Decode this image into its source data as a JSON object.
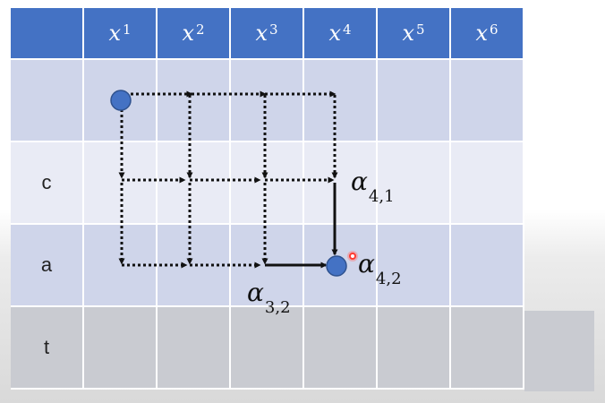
{
  "header": {
    "columns": [
      {
        "var": "x",
        "exp": "1"
      },
      {
        "var": "x",
        "exp": "2"
      },
      {
        "var": "x",
        "exp": "3"
      },
      {
        "var": "x",
        "exp": "4"
      },
      {
        "var": "x",
        "exp": "5"
      },
      {
        "var": "x",
        "exp": "6"
      }
    ]
  },
  "rows": [
    "",
    "c",
    "a",
    "t"
  ],
  "annotations": {
    "alpha41": {
      "symbol": "α",
      "sub": "4,1"
    },
    "alpha42": {
      "symbol": "α",
      "sub": "4,2"
    },
    "alpha32": {
      "symbol": "α",
      "sub": "3,2"
    }
  },
  "colors": {
    "header": "#4472c4",
    "node": "#4472c4",
    "cursor": "#ff3b30"
  }
}
